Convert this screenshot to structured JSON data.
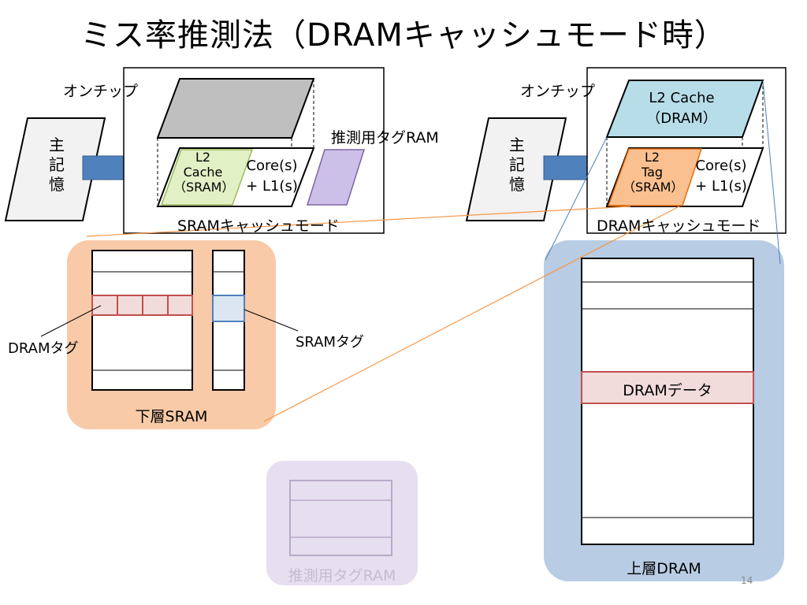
{
  "title": "ミス率推測法（DRAMキャッシュモード時）",
  "left": {
    "main_memory": [
      "主",
      "記",
      "憶"
    ],
    "on_chip": "オンチップ",
    "l2_cache_sram": [
      "L2",
      "Cache",
      "（SRAM）"
    ],
    "core": [
      "Core(s)",
      "+ L1(s)"
    ],
    "guess_tag_ram": "推測用タグRAM",
    "mode_label": "SRAMキャッシュモード"
  },
  "right": {
    "main_memory": [
      "主",
      "記",
      "憶"
    ],
    "on_chip": "オンチップ",
    "l2_cache_dram": [
      "L2 Cache",
      "（DRAM）"
    ],
    "l2_tag_sram": [
      "L2",
      "Tag",
      "（SRAM）"
    ],
    "core": [
      "Core(s)",
      "+ L1(s)"
    ],
    "mode_label": "DRAMキャッシュモード"
  },
  "lower_sram": {
    "dram_tag": "DRAMタグ",
    "sram_tag": "SRAMタグ",
    "caption": "下層SRAM"
  },
  "upper_dram": {
    "dram_data": "DRAMデータ",
    "caption": "上層DRAM"
  },
  "faded": {
    "caption": "推測用タグRAM"
  },
  "slide_number": "14",
  "colors": {
    "blue_connector": "#4472c4",
    "gray_panel": "#bfbfbf",
    "green_cache": "#e2f0c5",
    "purple_tagram": "#ccc0e8",
    "light_blue_dram": "#b7dde8",
    "orange_tag": "#fac090",
    "orange_panel": "#f9caa7",
    "blue_panel": "#b8cce4",
    "red_row": "#c0504d",
    "faded_panel": "#e6dff0"
  }
}
